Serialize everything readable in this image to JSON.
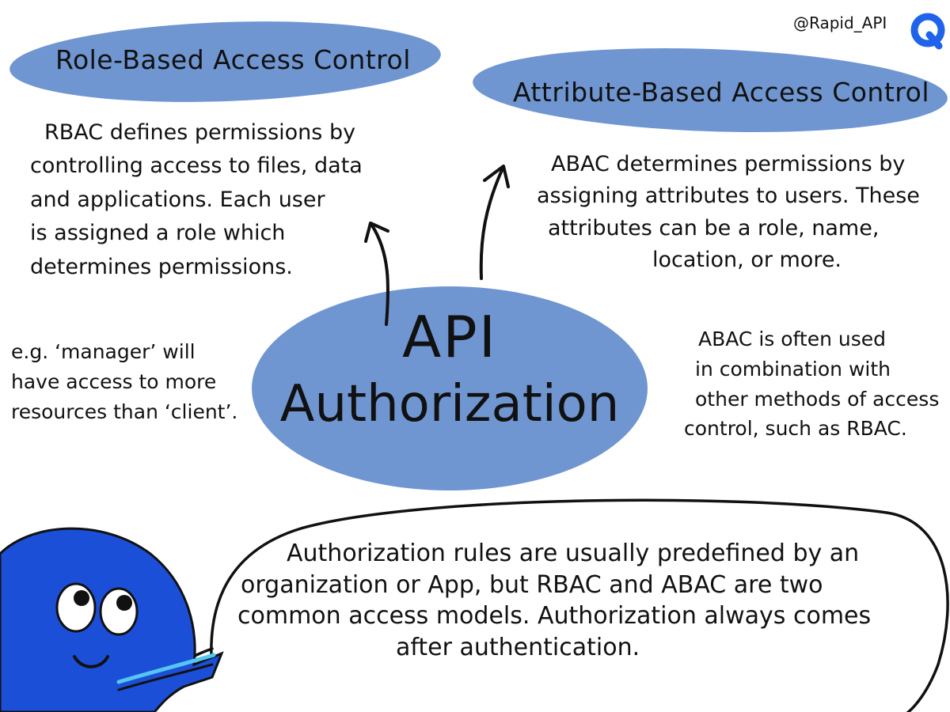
{
  "handle": "@Rapid_API",
  "rbac": {
    "title": "Role-Based Access Control",
    "description": [
      "RBAC defines permissions by",
      "controlling access to files, data",
      "and applications. Each user",
      "is assigned a role which",
      "determines permissions."
    ],
    "example": [
      "e.g. ‘manager’ will",
      "have access to more",
      "resources than ‘client’."
    ]
  },
  "abac": {
    "title": "Attribute-Based Access Control",
    "description": [
      "ABAC determines permissions by",
      "assigning attributes to users. These",
      "attributes can be a role, name,",
      "location, or more."
    ],
    "note": [
      "ABAC is often used",
      "in combination with",
      "other methods of access",
      "control, such as RBAC."
    ]
  },
  "center": {
    "line1": "API",
    "line2": "Authorization"
  },
  "speech": [
    "Authorization rules are usually predefined by an",
    "organization or App, but RBAC and ABAC are two",
    "common access models. Authorization always comes",
    "after authentication."
  ],
  "colors": {
    "ellipse": "#6f96d1",
    "mascot": "#1c4fd8",
    "logo": "#1e63e9"
  }
}
